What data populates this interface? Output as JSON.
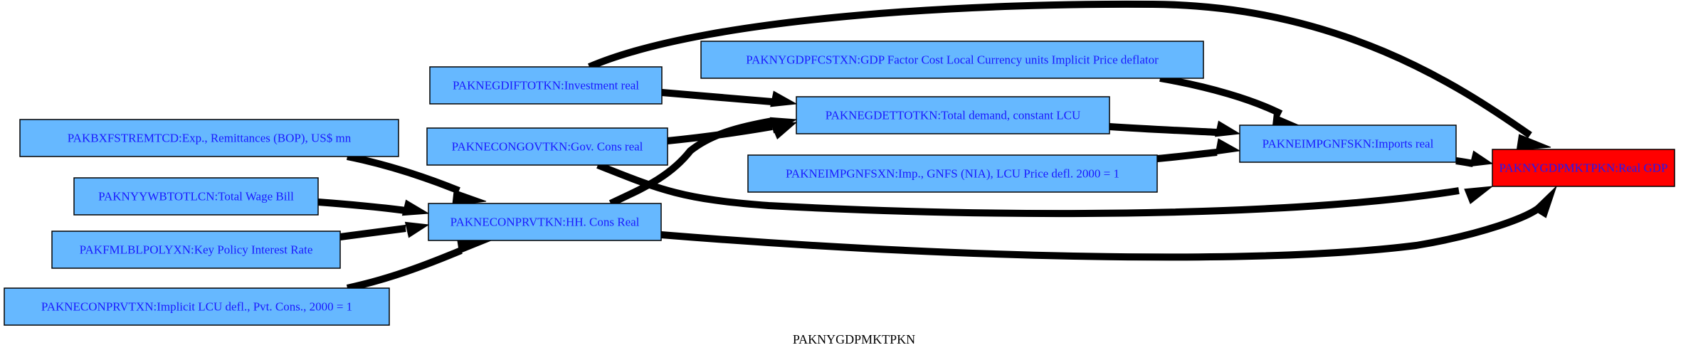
{
  "graph_label": "PAKNYGDPMKTPKN",
  "colors": {
    "node_fill": "#66b8ff",
    "target_fill": "#ff0000",
    "node_text": "#1a1aff",
    "edge": "#000000"
  },
  "nodes": [
    {
      "id": "n_bxf",
      "label": "PAKBXFSTREMTCD:Exp., Remittances (BOP), US$ mn",
      "target": false
    },
    {
      "id": "n_wage",
      "label": "PAKNYYWBTOTLCN:Total Wage Bill",
      "target": false
    },
    {
      "id": "n_fml",
      "label": "PAKFMLBLPOLYXN:Key Policy Interest Rate",
      "target": false
    },
    {
      "id": "n_prvtxn",
      "label": "PAKNECONPRVTXN:Implicit LCU defl., Pvt. Cons., 2000 = 1",
      "target": false
    },
    {
      "id": "n_dif",
      "label": "PAKNEGDIFTOTKN:Investment real",
      "target": false
    },
    {
      "id": "n_gov",
      "label": "PAKNECONGOVTKN:Gov. Cons real",
      "target": false
    },
    {
      "id": "n_hh",
      "label": "PAKNECONPRVTKN:HH. Cons Real",
      "target": false
    },
    {
      "id": "n_fcst",
      "label": "PAKNYGDPFCSTXN:GDP Factor Cost Local Currency units Implicit Price deflator",
      "target": false
    },
    {
      "id": "n_det",
      "label": "PAKNEGDETTOTKN:Total demand, constant LCU",
      "target": false
    },
    {
      "id": "n_impxn",
      "label": "PAKNEIMPGNFSXN:Imp., GNFS (NIA), LCU Price defl. 2000 = 1",
      "target": false
    },
    {
      "id": "n_imp",
      "label": "PAKNEIMPGNFSKN:Imports real",
      "target": false
    },
    {
      "id": "n_gdp",
      "label": "PAKNYGDPMKTPKN:Real GDP",
      "target": true
    }
  ],
  "edges": [
    {
      "from": "n_bxf",
      "to": "n_hh"
    },
    {
      "from": "n_wage",
      "to": "n_hh"
    },
    {
      "from": "n_fml",
      "to": "n_hh"
    },
    {
      "from": "n_prvtxn",
      "to": "n_hh"
    },
    {
      "from": "n_dif",
      "to": "n_det"
    },
    {
      "from": "n_dif",
      "to": "n_gdp"
    },
    {
      "from": "n_gov",
      "to": "n_det"
    },
    {
      "from": "n_gov",
      "to": "n_gdp"
    },
    {
      "from": "n_hh",
      "to": "n_det"
    },
    {
      "from": "n_hh",
      "to": "n_gdp"
    },
    {
      "from": "n_det",
      "to": "n_imp"
    },
    {
      "from": "n_fcst",
      "to": "n_imp"
    },
    {
      "from": "n_impxn",
      "to": "n_imp"
    },
    {
      "from": "n_imp",
      "to": "n_gdp"
    }
  ]
}
